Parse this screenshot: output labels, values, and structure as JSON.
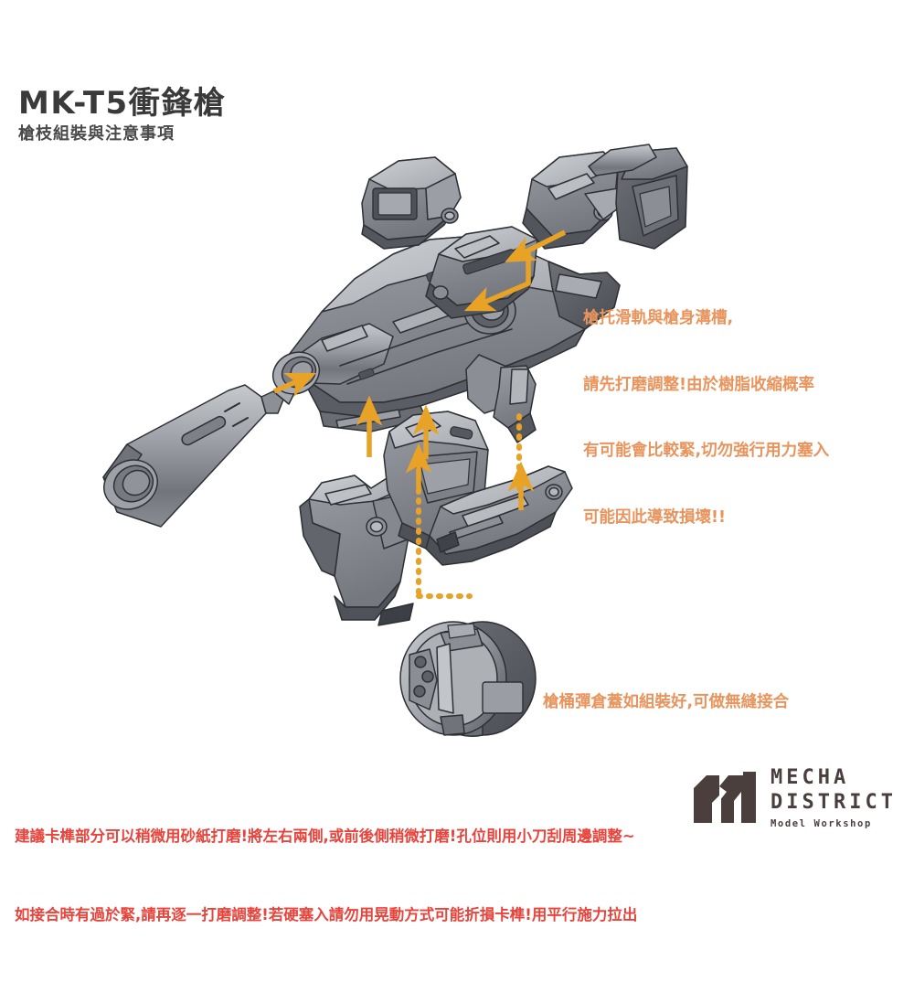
{
  "document": {
    "title": "MK-T5衝鋒槍",
    "subtitle": "槍枝組裝與注意事項",
    "background_color": "#ffffff"
  },
  "colors": {
    "title": "#3a3a3a",
    "annotation_orange": "#e8945c",
    "arrow_orange": "#e8a226",
    "warning_red": "#e8443c",
    "logo": "#4a3f3c",
    "part_fill_light": "#b9bcc0",
    "part_fill_mid": "#8d9096",
    "part_fill_dark": "#5f6268",
    "part_outline": "#2e3035"
  },
  "annotations": [
    {
      "id": "stock-rail-note",
      "color": "#e8945c",
      "lines": [
        "槍托滑軌與槍身溝槽,",
        "請先打磨調整!由於樹脂收縮概率",
        "有可能會比較緊,切勿強行用力塞入",
        "可能因此導致損壞!!"
      ]
    },
    {
      "id": "drum-cover-note",
      "color": "#e8945c",
      "lines": [
        "槍桶彈倉蓋如組裝好,可做無縫接合"
      ]
    }
  ],
  "footer": {
    "color": "#e8443c",
    "lines": [
      "建議卡榫部分可以稍微用砂紙打磨!將左右兩側,或前後側稍微打磨!孔位則用小刀刮周邊調整~",
      "如接合時有過於緊,請再逐一打磨調整!若硬塞入請勿用晃動方式可能折損卡榫!用平行施力拉出"
    ]
  },
  "logo": {
    "name_line1": "MECHA",
    "name_line2": "DISTRICT",
    "tagline": "Model Workshop",
    "mark": "m-monogram-icon"
  },
  "exploded_view": {
    "caption": "MK-T5 submachine gun exploded assembly diagram",
    "parts": [
      {
        "id": "suppressor",
        "name": "suppressor-barrel",
        "label": ""
      },
      {
        "id": "receiver",
        "name": "main-receiver-body",
        "label": ""
      },
      {
        "id": "optic",
        "name": "optic-sight-block",
        "label": ""
      },
      {
        "id": "stock-rail",
        "name": "stock-rail-piece",
        "label": ""
      },
      {
        "id": "stock",
        "name": "buttstock-assembly",
        "label": ""
      },
      {
        "id": "grip",
        "name": "pistol-grip",
        "label": ""
      },
      {
        "id": "magwell",
        "name": "magazine-well",
        "label": ""
      },
      {
        "id": "foregrip",
        "name": "lower-foregrip",
        "label": ""
      },
      {
        "id": "drum",
        "name": "drum-magazine",
        "label": ""
      }
    ],
    "arrows": [
      {
        "id": "arrow-suppressor",
        "style": "solid",
        "direction": "right"
      },
      {
        "id": "arrow-optic",
        "style": "solid",
        "direction": "down"
      },
      {
        "id": "arrow-stock",
        "style": "solid",
        "direction": "down-left"
      },
      {
        "id": "arrow-grip",
        "style": "solid",
        "direction": "up"
      },
      {
        "id": "arrow-magwell",
        "style": "solid",
        "direction": "up"
      },
      {
        "id": "arrow-foregrip",
        "style": "solid",
        "direction": "up"
      },
      {
        "id": "arrow-drum-guide",
        "style": "dotted",
        "direction": "up"
      },
      {
        "id": "arrow-magwell-guide",
        "style": "dotted",
        "direction": "up"
      }
    ]
  }
}
